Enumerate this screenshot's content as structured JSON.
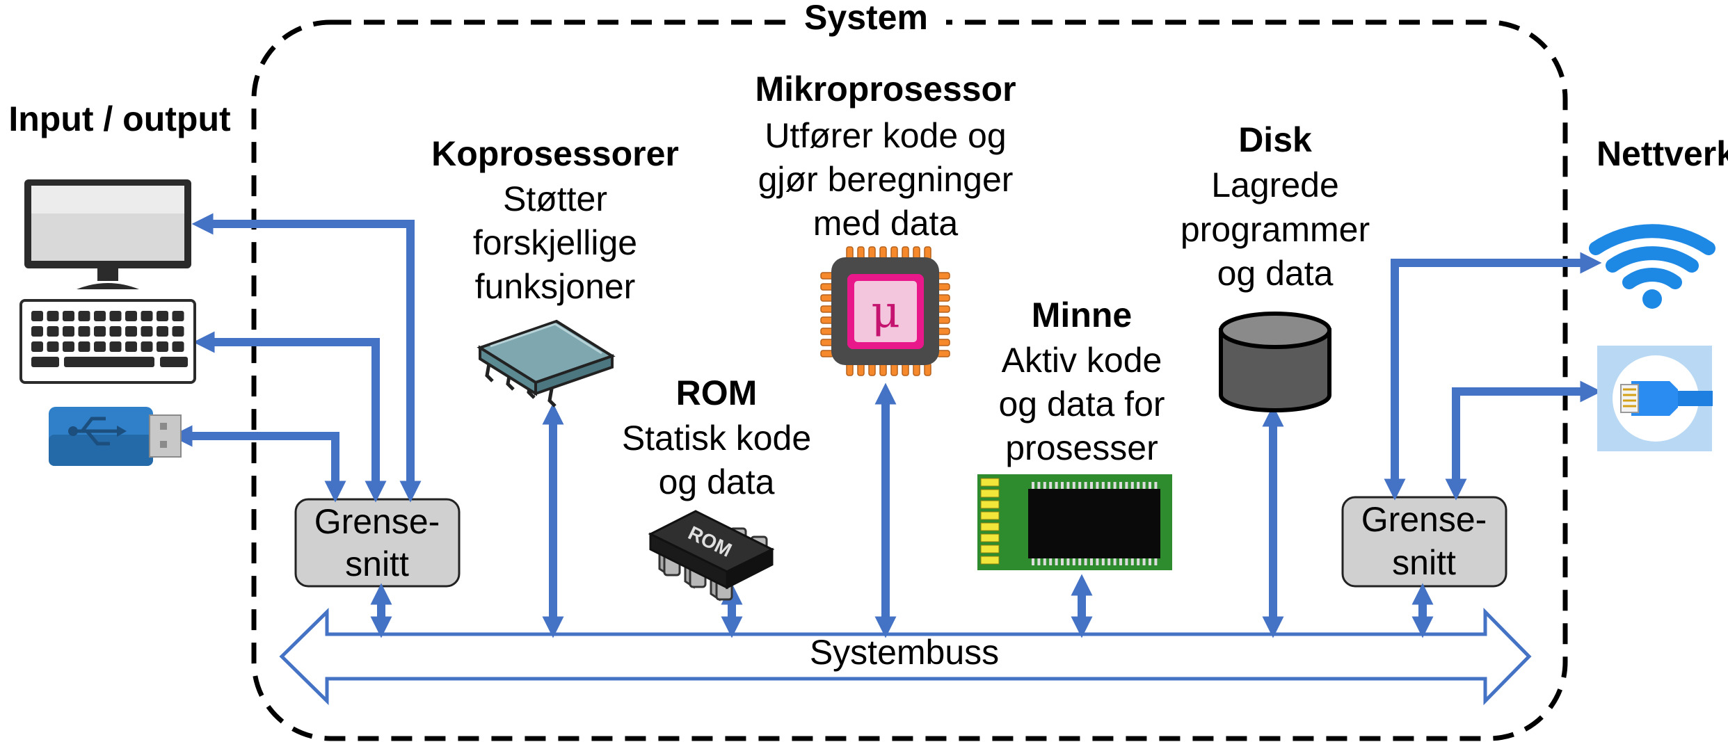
{
  "system": {
    "title": "System"
  },
  "io": {
    "title": "Input / output",
    "interface": {
      "line1": "Grense-",
      "line2": "snitt"
    }
  },
  "network": {
    "title": "Nettverk",
    "interface": {
      "line1": "Grense-",
      "line2": "snitt"
    }
  },
  "components": {
    "coprocessors": {
      "title": "Koprosessorer",
      "desc": [
        "Støtter",
        "forskjellige",
        "funksjoner"
      ]
    },
    "rom": {
      "title": "ROM",
      "desc": [
        "Statisk kode",
        "og data"
      ],
      "chip_label": "ROM"
    },
    "microprocessor": {
      "title": "Mikroprosessor",
      "desc": [
        "Utfører kode og",
        "gjør beregninger",
        "med data"
      ],
      "chip_symbol": "μ"
    },
    "memory": {
      "title": "Minne",
      "desc": [
        "Aktiv kode",
        "og data for",
        "prosesser"
      ]
    },
    "disk": {
      "title": "Disk",
      "desc": [
        "Lagrede",
        "programmer",
        "og data"
      ]
    }
  },
  "bus": {
    "label": "Systembuss"
  },
  "colors": {
    "arrow": "#4472c4",
    "interface_fill": "#d0d0d0",
    "wifi": "#1e88e5"
  }
}
